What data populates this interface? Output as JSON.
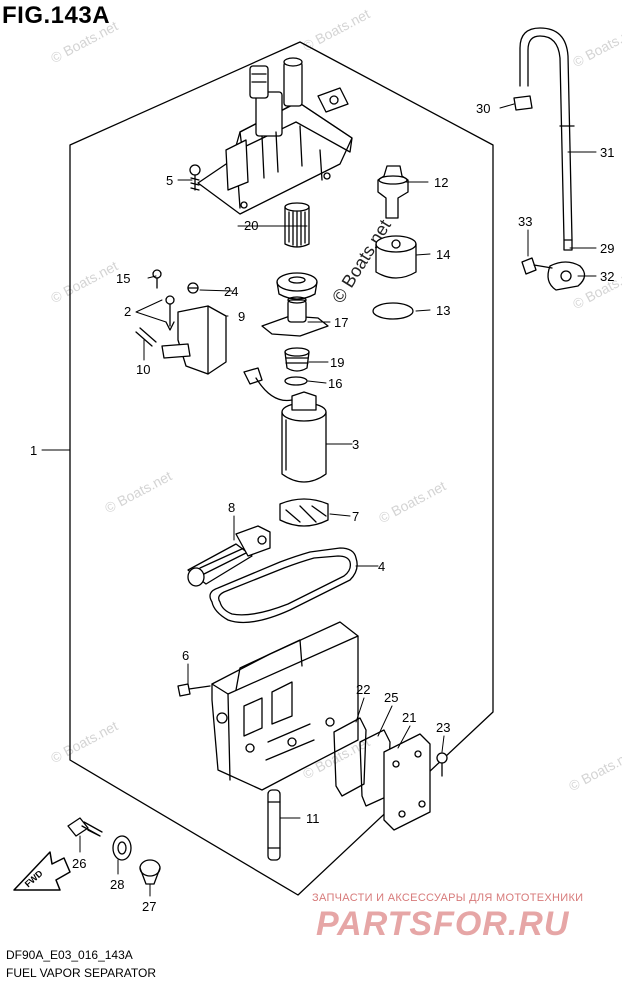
{
  "figure": {
    "title": "FIG.143A",
    "code": "DF90A_E03_016_143A",
    "name": "FUEL VAPOR SEPARATOR"
  },
  "watermark": "© Boats.net",
  "watermark_dark": "© Boats.net",
  "banner": {
    "subtitle": "ЗАПЧАСТИ И АКСЕССУАРЫ ДЛЯ МОТОТЕХНИКИ",
    "brand": "PARTSFOR.RU"
  },
  "fwd_label": "FWD",
  "callouts": [
    "1",
    "2",
    "3",
    "4",
    "5",
    "6",
    "7",
    "8",
    "9",
    "10",
    "11",
    "12",
    "13",
    "14",
    "15",
    "16",
    "17",
    "19",
    "20",
    "21",
    "22",
    "23",
    "24",
    "25",
    "26",
    "27",
    "28",
    "29",
    "30",
    "31",
    "32",
    "33"
  ],
  "colors": {
    "line": "#000000",
    "watermark": "#d4d4d4",
    "banner": "#e6a6a6"
  }
}
